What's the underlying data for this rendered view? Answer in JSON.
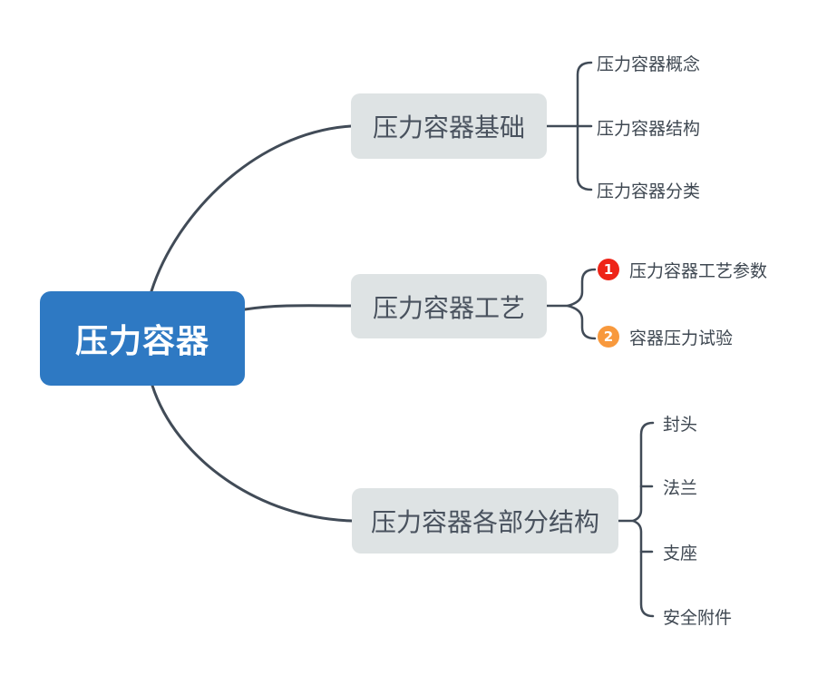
{
  "root": {
    "label": "压力容器"
  },
  "branches": [
    {
      "label": "压力容器基础",
      "children": [
        {
          "label": "压力容器概念"
        },
        {
          "label": "压力容器结构"
        },
        {
          "label": "压力容器分类"
        }
      ]
    },
    {
      "label": "压力容器工艺",
      "children": [
        {
          "badge": "1",
          "badge_color": "#EE2418",
          "label": "压力容器工艺参数"
        },
        {
          "badge": "2",
          "badge_color": "#F8993D",
          "label": "容器压力试验"
        }
      ]
    },
    {
      "label": "压力容器各部分结构",
      "children": [
        {
          "label": "封头"
        },
        {
          "label": "法兰"
        },
        {
          "label": "支座"
        },
        {
          "label": "安全附件"
        }
      ]
    }
  ],
  "colors": {
    "root_fill": "#2E79C3",
    "root_text": "#FFFFFF",
    "branch_fill": "#DEE3E4",
    "branch_text": "#49525E",
    "leaf_text": "#3E4751",
    "connector": "#414B57",
    "badge_1": "#EE2418",
    "badge_2": "#F8993D"
  }
}
